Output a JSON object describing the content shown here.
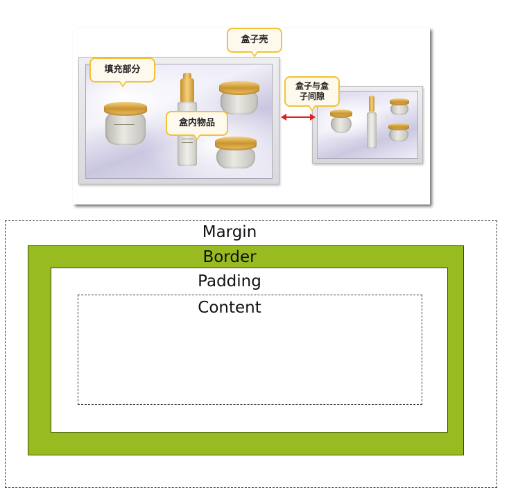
{
  "photo": {
    "callouts": {
      "filler": "填充部分",
      "box_shell": "盒子壳",
      "contents": "盒内物品",
      "box_gap": "盒子与盒\n子间隙"
    },
    "arrow_color": "#e0201b"
  },
  "box_model": {
    "margin_label": "Margin",
    "border_label": "Border",
    "padding_label": "Padding",
    "content_label": "Content",
    "border_color": "#99bb22"
  }
}
